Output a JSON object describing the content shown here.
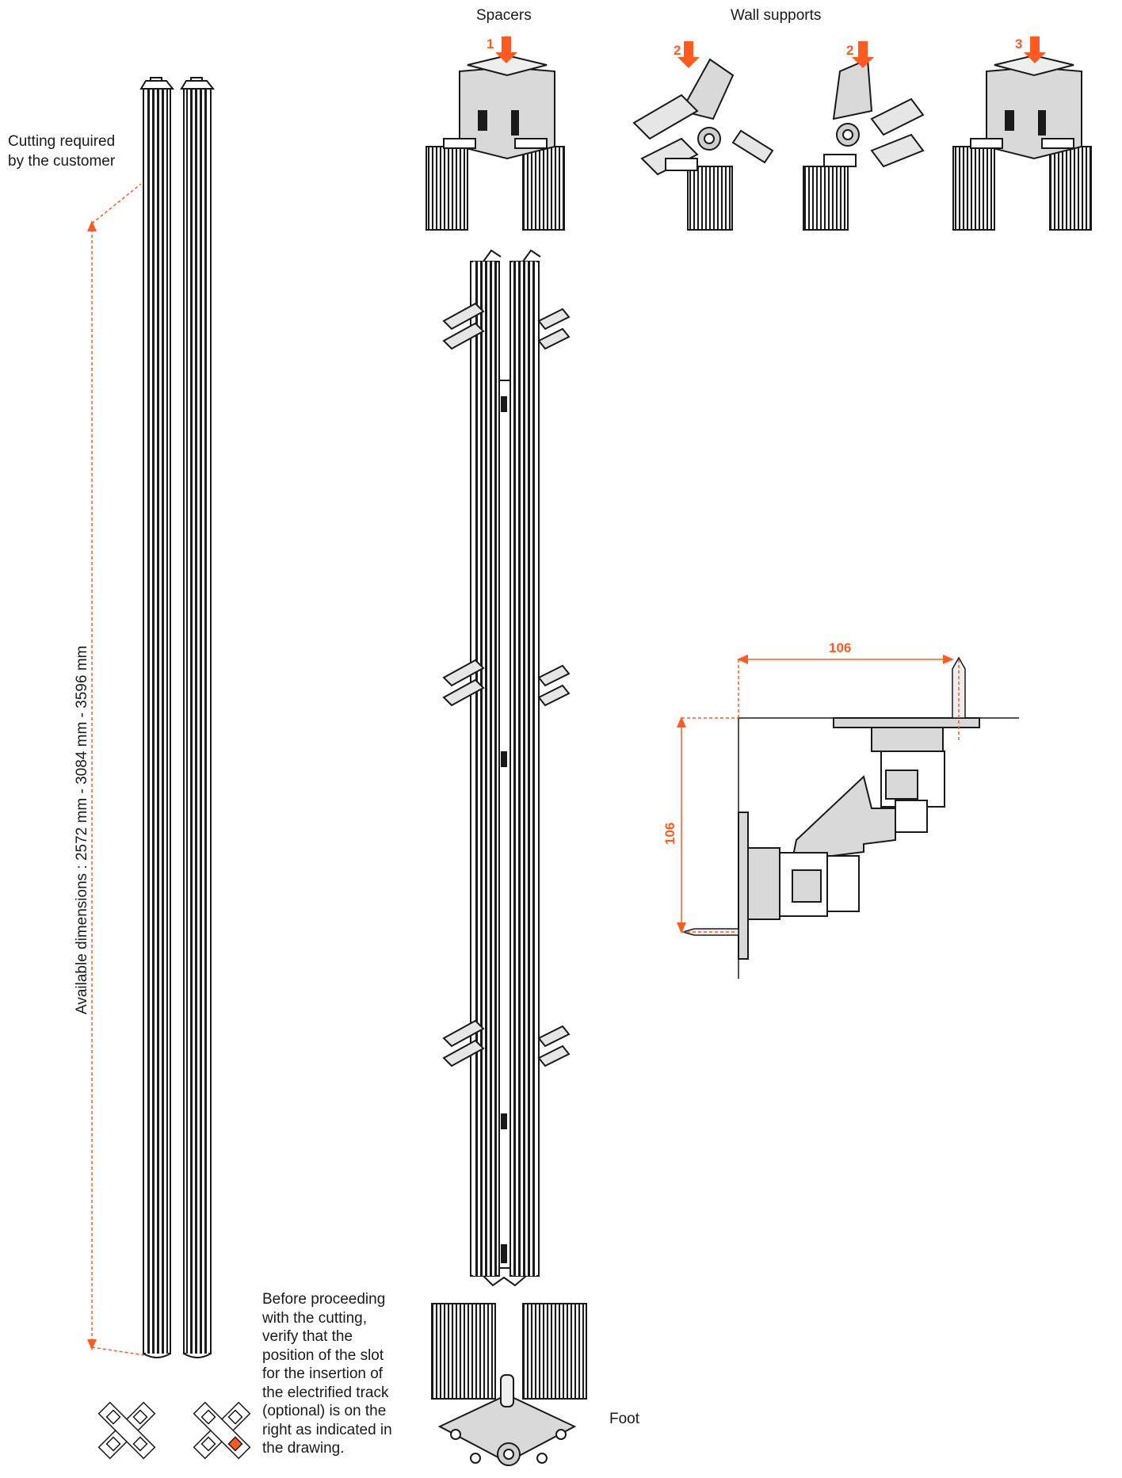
{
  "labels": {
    "spacers": "Spacers",
    "wall_supports": "Wall supports",
    "foot": "Foot",
    "cutting_line1": "Cutting required",
    "cutting_line2": "by the customer",
    "available_dimensions": "Available dimensions : 2572 mm - 3084 mm - 3596 mm"
  },
  "steps": [
    "1",
    "2",
    "2",
    "3"
  ],
  "dimensions": {
    "horizontal": "106",
    "vertical": "106"
  },
  "note_lines": [
    "Before proceeding",
    "with the cutting,",
    "verify that the",
    "position of the slot",
    "for the insertion of",
    "the electrified track",
    "(optional) is on the",
    "right as indicated in",
    "the drawing."
  ],
  "colors": {
    "accent": "#ff5a1f",
    "line": "#1a1a1a",
    "metal": "#d9d9d9"
  }
}
